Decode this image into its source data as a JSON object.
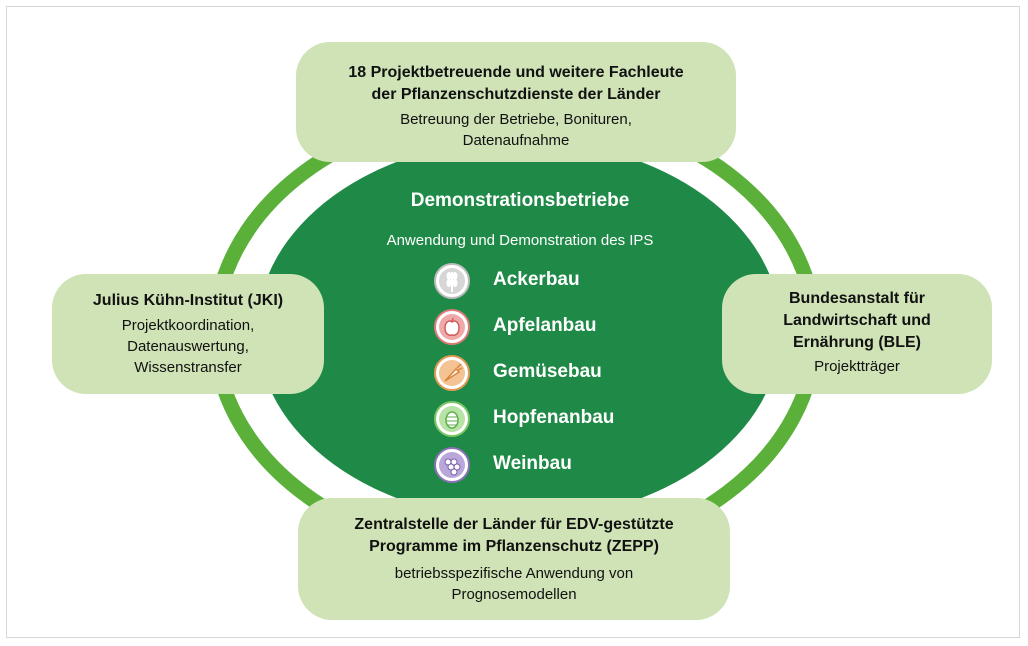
{
  "center": {
    "title": "Demonstrationsbetriebe",
    "subtitle": "Anwendung und  Demonstration des IPS",
    "crops": [
      {
        "label": "Ackerbau",
        "icon": "wheat-icon",
        "color": "#c9c9c9"
      },
      {
        "label": "Apfelanbau",
        "icon": "apple-icon",
        "color": "#e58b8b"
      },
      {
        "label": "Gemüsebau",
        "icon": "carrot-icon",
        "color": "#e8a56b"
      },
      {
        "label": "Hopfenanbau",
        "icon": "hop-icon",
        "color": "#8fcf7a"
      },
      {
        "label": "Weinbau",
        "icon": "grapes-icon",
        "color": "#9e88c4"
      }
    ]
  },
  "top": {
    "title_line1": "18 Projektbetreuende und weitere Fachleute",
    "title_line2": "der Pflanzenschutzdienste der Länder",
    "desc_line1": "Betreuung der Betriebe,  Bonituren,",
    "desc_line2": "Datenaufnahme"
  },
  "left": {
    "title": "Julius Kühn-Institut (JKI)",
    "desc_line1": "Projektkoordination,",
    "desc_line2": "Datenauswertung,",
    "desc_line3": "Wissenstransfer"
  },
  "right": {
    "title_line1": "Bundesanstalt für",
    "title_line2": "Landwirtschaft  und",
    "title_line3": "Ernährung (BLE)",
    "desc": "Projektträger"
  },
  "bottom": {
    "title_line1": "Zentralstelle der Länder für EDV-gestützte",
    "title_line2": "Programme im Pflanzenschutz (ZEPP)",
    "desc_line1": "betriebsspezifische Anwendung von",
    "desc_line2": "Prognosemodellen"
  },
  "colors": {
    "ring": "#5bb03a",
    "center_fill": "#1f8a47",
    "box_fill": "#cfe3b6"
  }
}
